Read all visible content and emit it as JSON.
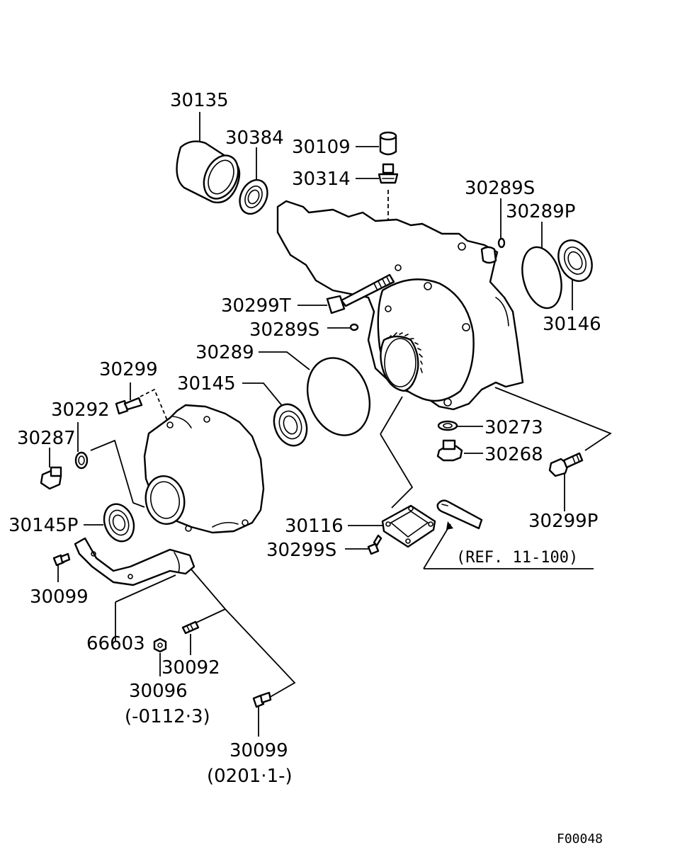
{
  "diagram": {
    "figure_code": "F00048",
    "reference_note": "(REF. 11-100)",
    "part_labels": [
      "30135",
      "30384",
      "30109",
      "30314",
      "30289S",
      "30289P",
      "30146",
      "30299T",
      "30289S",
      "30289",
      "30145",
      "30299",
      "30292",
      "30287",
      "30273",
      "30268",
      "30299P",
      "30145P",
      "30116",
      "30299S",
      "30099",
      "66603",
      "30092",
      "30096",
      "30099"
    ],
    "date_ranges": [
      "(-0112·3)",
      "(0201·1-)"
    ]
  }
}
